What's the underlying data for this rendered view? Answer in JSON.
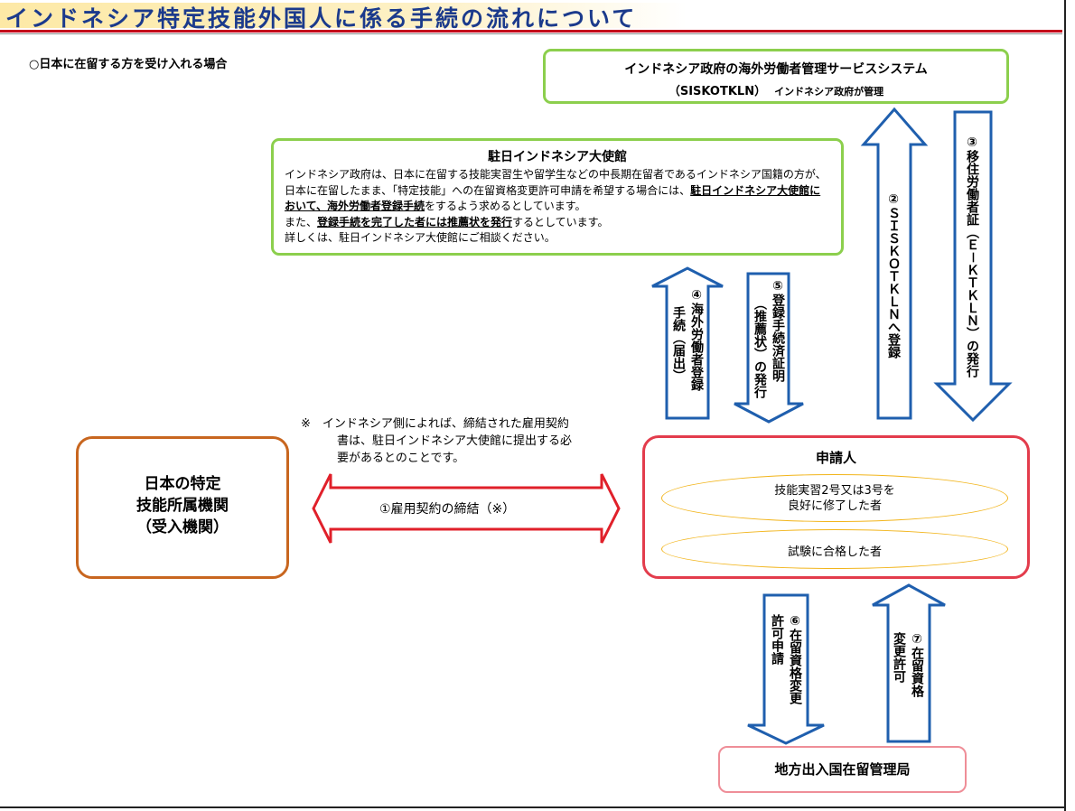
{
  "title": "インドネシア特定技能外国人に係る手続の流れについて",
  "subtitle": "○日本に在留する方を受け入れる場合",
  "siskotkln": {
    "line1": "インドネシア政府の海外労働者管理サービスシステム",
    "line2": "（SISKOTKLN）",
    "line2_note": "インドネシア政府が管理"
  },
  "embassy": {
    "heading": "駐日インドネシア大使館",
    "p1": "インドネシア政府は、日本に在留する技能実習生や留学生などの中長期在留者であるインドネシア国籍の方が、日本に在留したまま、「特定技能」への在留資格変更許可申請を希望する場合には、",
    "p1_bold": "駐日インドネシア大使館において、海外労働者登録手続",
    "p1_end": "をするよう求めるとしています。",
    "p2_start": "また、",
    "p2_bold": "登録手続を完了した者には推薦状を発行",
    "p2_end": "するとしています。",
    "p3": "詳しくは、駐日インドネシア大使館にご相談ください。"
  },
  "company": {
    "line1": "日本の特定",
    "line2": "技能所属機関",
    "line3": "（受入機関）"
  },
  "applicant": {
    "heading": "申請人",
    "cond1_line1": "技能実習2号又は3号を",
    "cond1_line2": "良好に修了した者",
    "cond2": "試験に合格した者"
  },
  "immigration": "地方出入国在留管理局",
  "note": {
    "line1": "※　インドネシア側によれば、締結された雇用契約",
    "line2": "書は、駐日インドネシア大使館に提出する必",
    "line3": "要があるとのことです。"
  },
  "steps": {
    "s1": "①雇用契約の締結（※）",
    "s2": "②ＳＩＳＫＯＴＫＬＮへ登録",
    "s3": "③移住労働者証（Ｅ－ＫＴＫＬＮ）の発行",
    "s4_l1": "④海外労働者登録",
    "s4_l2": "手続（届出）",
    "s5_l1": "⑤登録手続済証明",
    "s5_l2": "（推薦状）の発行",
    "s6_l1": "⑥在留資格変更",
    "s6_l2": "許可申請",
    "s7_l1": "⑦在留資格",
    "s7_l2": "変更許可"
  },
  "colors": {
    "title_text": "#1b3a8c",
    "title_rule": "#c4001a",
    "green_border": "#8ccf4d",
    "company_border": "#c8661f",
    "applicant_border": "#e33c4c",
    "ellipse_border": "#f2b51c",
    "immigration_border": "#ef8e98",
    "blue_arrow": "#1f5fae",
    "red_arrow": "#e0202a"
  }
}
